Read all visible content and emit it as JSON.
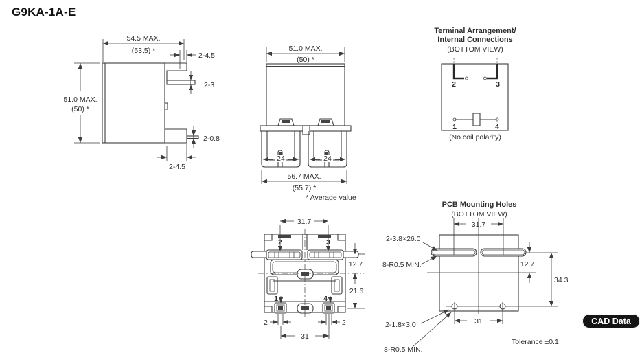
{
  "page": {
    "title": "G9KA-1A-E",
    "cad_badge": "CAD Data",
    "average_note": "* Average value",
    "tolerance_note": "Tolerance ±0.1"
  },
  "side_view": {
    "width": "54.5 MAX.",
    "width_avg": "(53.5) *",
    "height": "51.0 MAX.",
    "height_avg": "(50) *",
    "top_terminal_width": "2-4.5",
    "upper_terminal_thickness": "2-3",
    "lower_terminal_thickness": "2-0.8",
    "bottom_terminal_width": "2-4.5"
  },
  "front_view": {
    "width": "51.0 MAX.",
    "width_avg": "(50) *",
    "left_lug_width": "24",
    "right_lug_width": "24",
    "overall_width": "56.7 MAX.",
    "overall_width_avg": "(55.7) *"
  },
  "terminal_arrangement": {
    "title_line1": "Terminal Arrangement/",
    "title_line2": "Internal Connections",
    "view_label": "(BOTTOM VIEW)",
    "terminal_1": "1",
    "terminal_2": "2",
    "terminal_3": "3",
    "terminal_4": "4",
    "caption": "(No coil polarity)"
  },
  "bottom_view": {
    "terminal_pitch": "31.7",
    "blade_to_center": "12.7",
    "center_to_coil": "21.6",
    "coil_offset_left": "2",
    "coil_offset_right": "2",
    "coil_pitch": "31",
    "terminal_1": "1",
    "terminal_2": "2",
    "terminal_3": "3",
    "terminal_4": "4"
  },
  "pcb_view": {
    "title": "PCB Mounting Holes",
    "view_label": "(BOTTOM VIEW)",
    "slot_size": "2-3.8×26.0",
    "slot_radius": "8-R0.5 MIN.",
    "slot_pitch": "31.7",
    "slot_to_center": "12.7",
    "overall_height": "34.3",
    "hole_size": "2-1.8×3.0",
    "hole_pitch": "31",
    "hole_radius": "8-R0.5 MIN."
  }
}
